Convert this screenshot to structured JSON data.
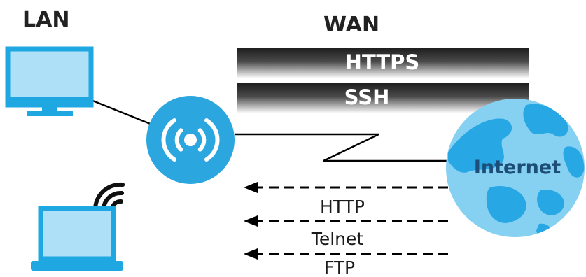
{
  "labels": {
    "lan": "LAN",
    "wan": "WAN",
    "internet": "Internet"
  },
  "allowed_services": [
    "HTTPS",
    "SSH"
  ],
  "blocked_services": [
    "HTTP",
    "Telnet",
    "FTP"
  ],
  "icons": {
    "desktop": "desktop-computer-icon",
    "router": "wireless-router-icon",
    "wifi": "wifi-signal-icon",
    "laptop": "laptop-icon",
    "globe": "globe-icon"
  },
  "colors": {
    "device_fill": "#aee0f7",
    "device_stroke": "#1ea7e1",
    "router_fill": "#2ba6de",
    "globe_fill": "#86d0f2",
    "globe_land": "#27a7e3",
    "bar_dark": "#1c1c1c",
    "bar_light": "#ffffff",
    "line": "#000000",
    "internet_text": "#1d4e78"
  }
}
